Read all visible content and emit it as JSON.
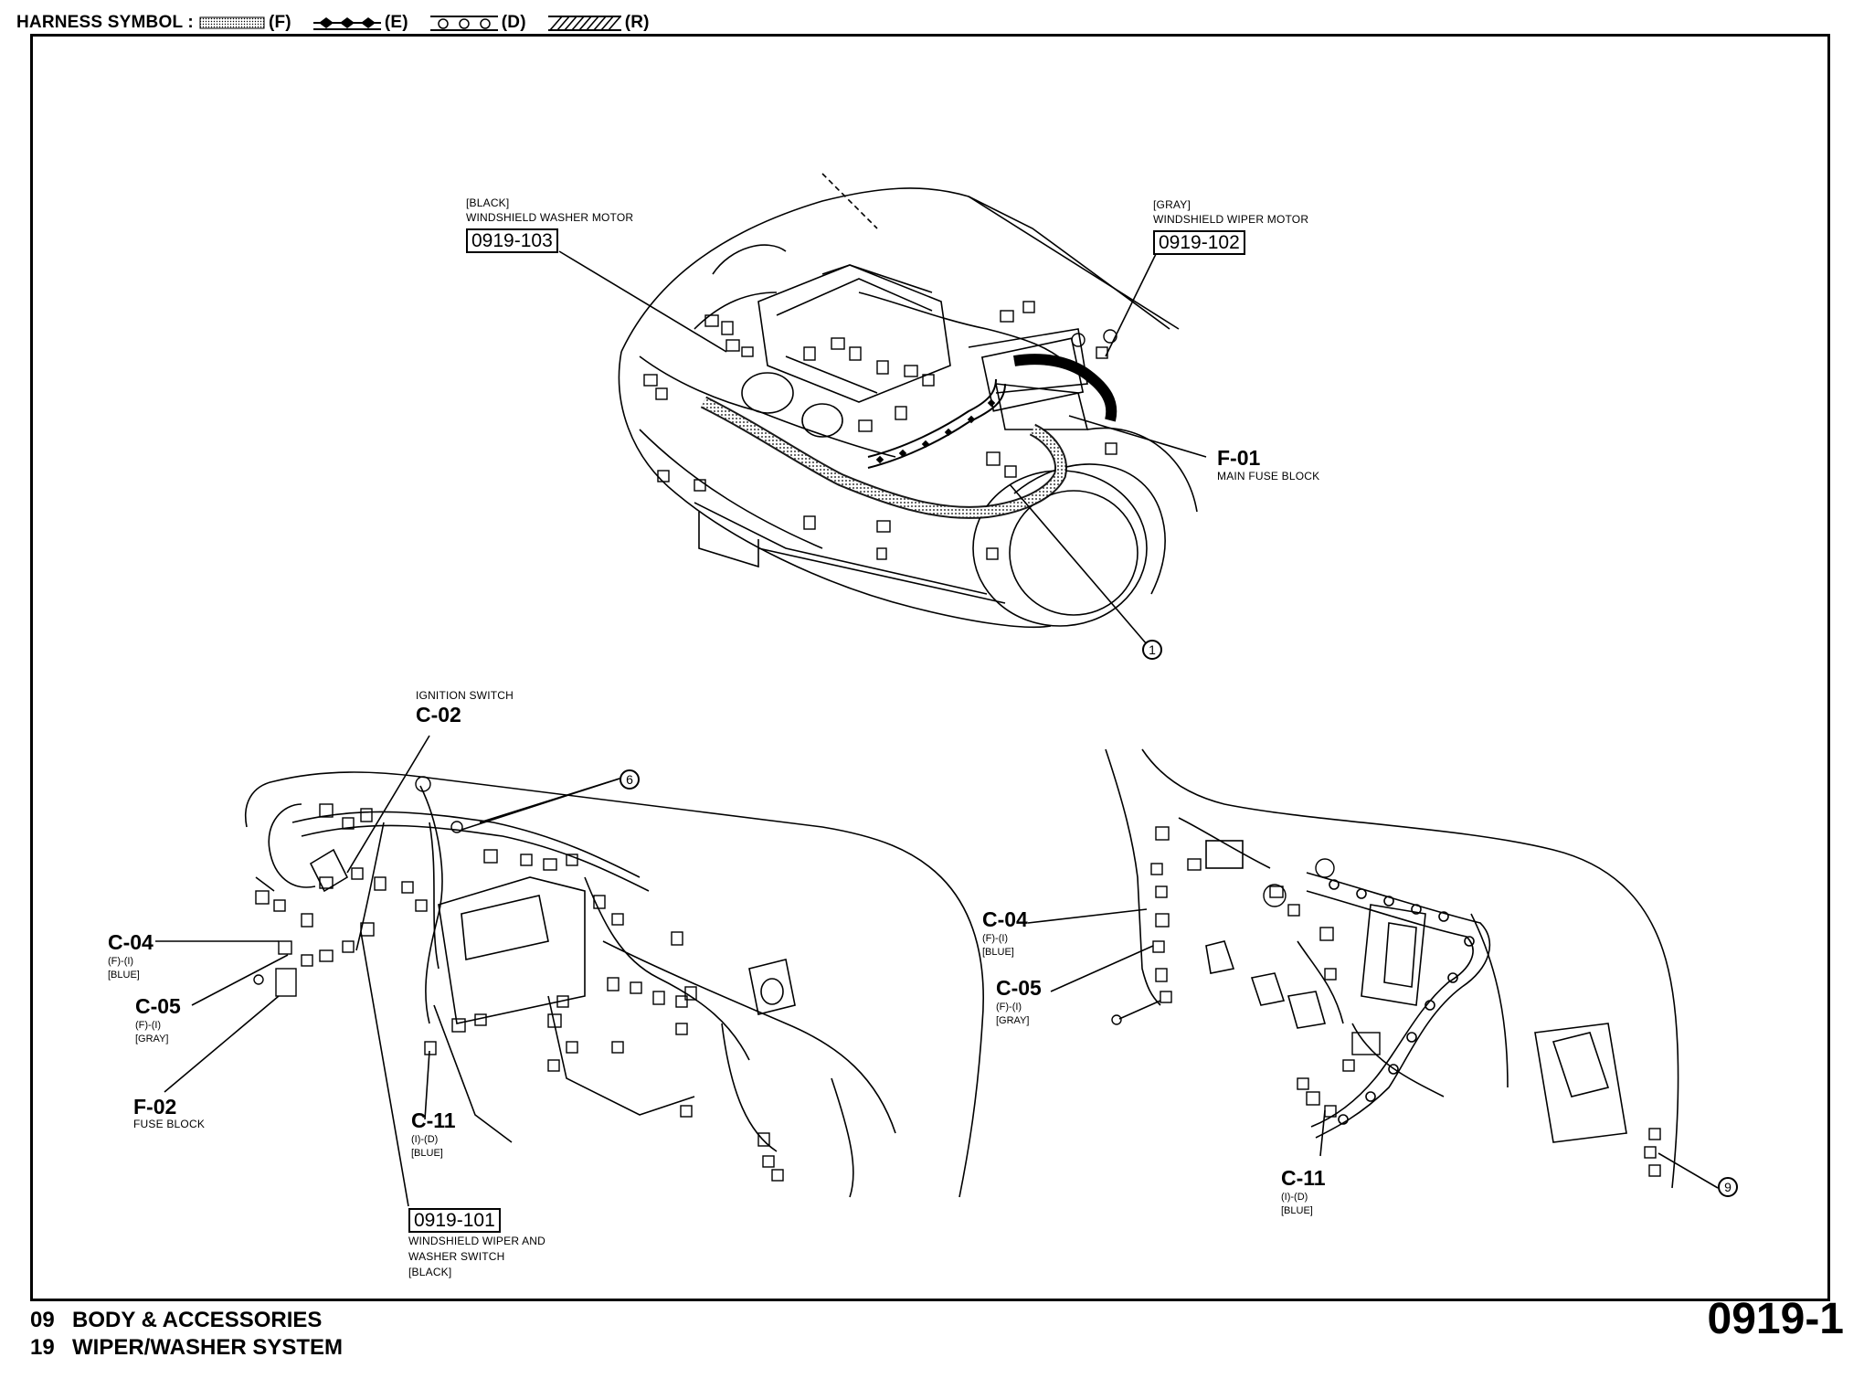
{
  "legend": {
    "title": "HARNESS SYMBOL :",
    "items": [
      {
        "code": "(F)",
        "pattern": "dotted-fill-icon"
      },
      {
        "code": "(E)",
        "pattern": "diamond-chain-icon"
      },
      {
        "code": "(D)",
        "pattern": "circle-chain-icon"
      },
      {
        "code": "(R)",
        "pattern": "hatched-icon"
      }
    ]
  },
  "engine": {
    "washer_motor": {
      "color": "[BLACK]",
      "name": "WINDSHIELD WASHER MOTOR",
      "ref": "0919-103"
    },
    "wiper_motor": {
      "color": "[GRAY]",
      "name": "WINDSHIELD WIPER MOTOR",
      "ref": "0919-102"
    },
    "fuse_block": {
      "code": "F-01",
      "name": "MAIN FUSE BLOCK"
    },
    "callout": "1"
  },
  "dash_left": {
    "ignition": {
      "name": "IGNITION SWITCH",
      "code": "C-02"
    },
    "c04": {
      "code": "C-04",
      "route": "(F)-(I)",
      "color": "[BLUE]"
    },
    "c05": {
      "code": "C-05",
      "route": "(F)-(I)",
      "color": "[GRAY]"
    },
    "f02": {
      "code": "F-02",
      "name": "FUSE BLOCK"
    },
    "c11": {
      "code": "C-11",
      "route": "(I)-(D)",
      "color": "[BLUE]"
    },
    "wiper_switch": {
      "ref": "0919-101",
      "name_line1": "WINDSHIELD WIPER AND",
      "name_line2": "WASHER SWITCH",
      "color": "[BLACK]"
    },
    "callout": "6"
  },
  "dash_right": {
    "c04": {
      "code": "C-04",
      "route": "(F)-(I)",
      "color": "[BLUE]"
    },
    "c05": {
      "code": "C-05",
      "route": "(F)-(I)",
      "color": "[GRAY]"
    },
    "c11": {
      "code": "C-11",
      "route": "(I)-(D)",
      "color": "[BLUE]"
    },
    "callout": "9"
  },
  "footer": {
    "section_num": "09",
    "section_name": "BODY & ACCESSORIES",
    "subsection_num": "19",
    "subsection_name": "WIPER/WASHER SYSTEM",
    "page": "0919-1"
  }
}
